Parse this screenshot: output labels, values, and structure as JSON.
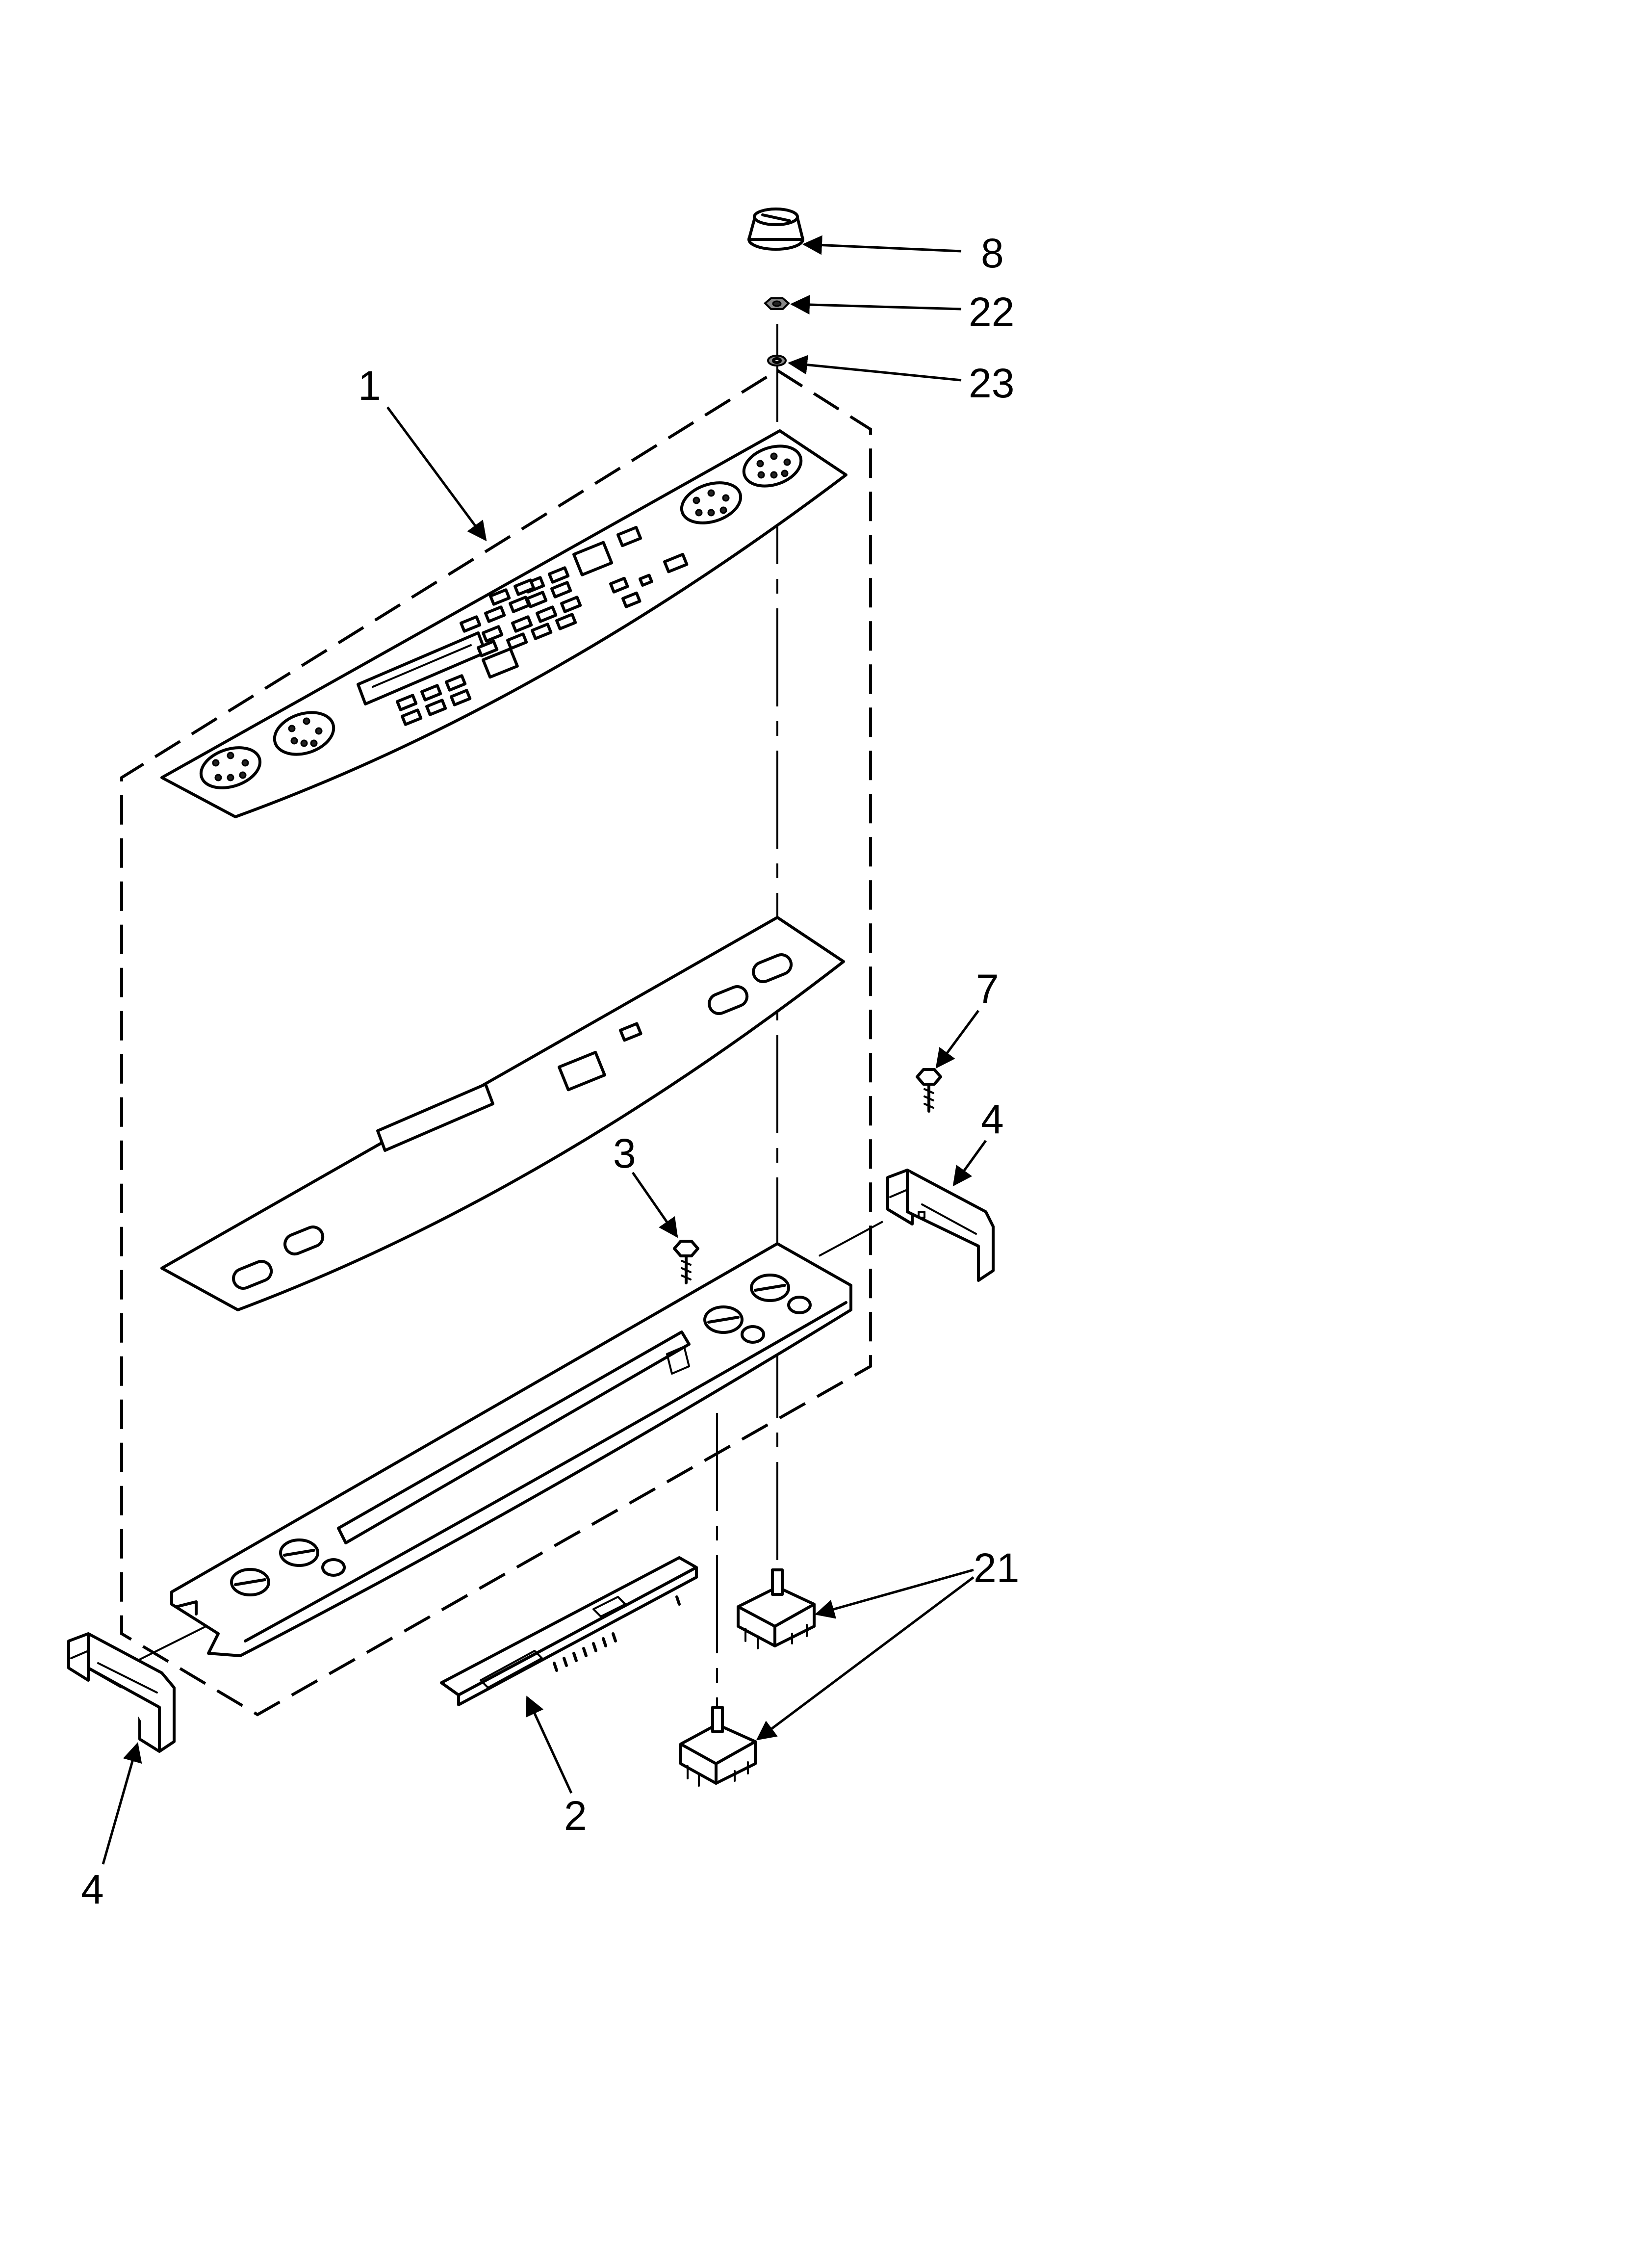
{
  "callouts": {
    "c8": "8",
    "c22": "22",
    "c23": "23",
    "c1": "1",
    "c7": "7",
    "c4_right": "4",
    "c3": "3",
    "c21": "21",
    "c2": "2",
    "c4_left": "4"
  }
}
